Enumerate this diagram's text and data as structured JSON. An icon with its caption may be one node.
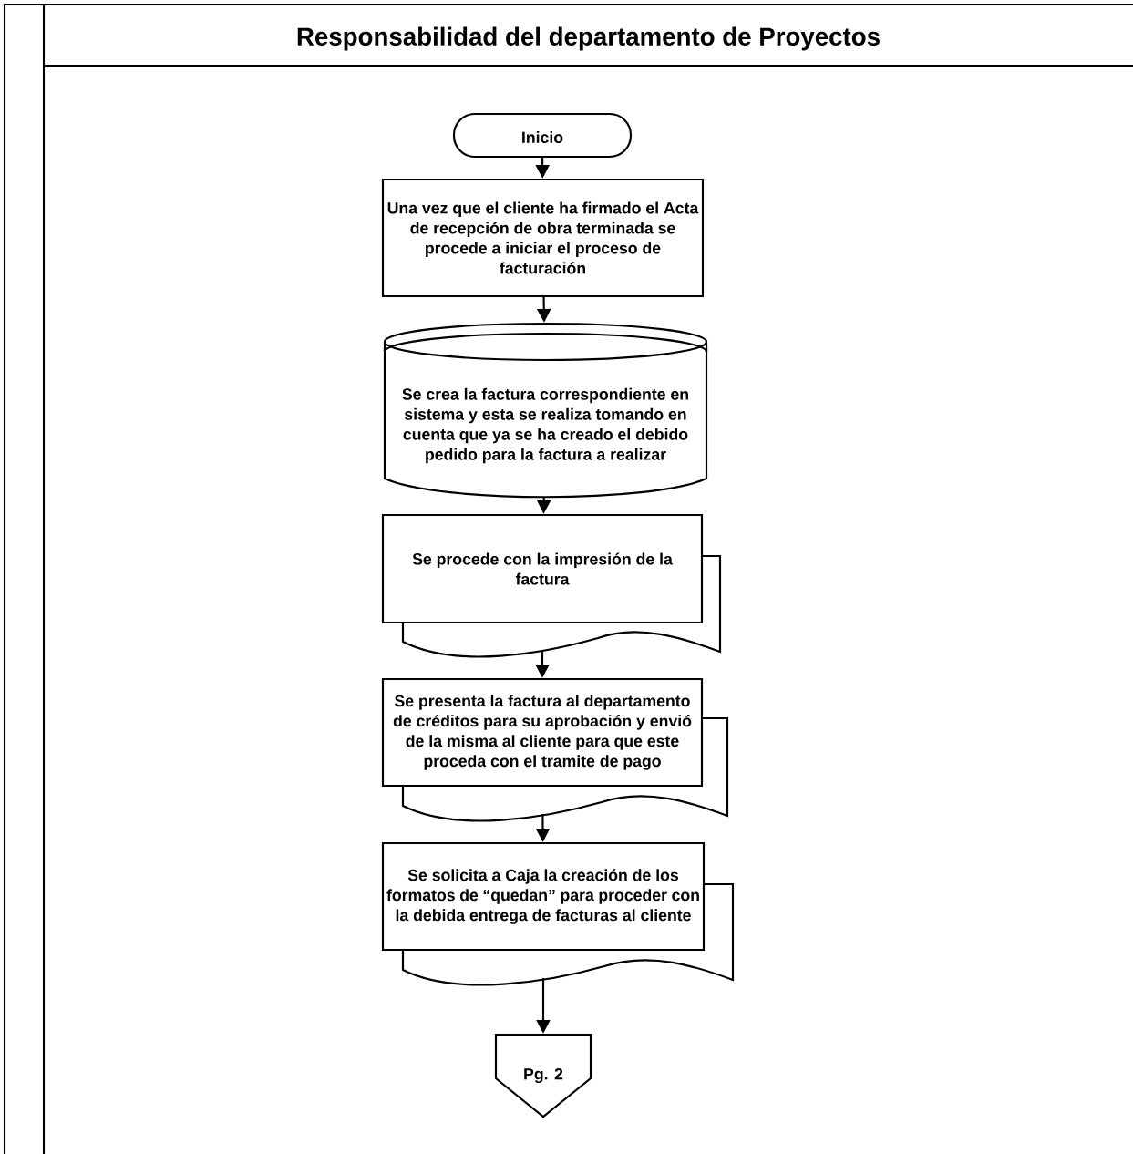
{
  "diagram": {
    "nodes": [
      {
        "text": [
          "Responsabilidad del departamento de Proyectos"
        ]
      },
      {
        "text": [
          "Inicio"
        ],
        "in": 0
      },
      {
        "text": [
          "Una vez que el cliente ha firmado el Acta de recepción de obra terminada se procede a iniciar el proceso de facturación"
        ],
        "in": 0
      },
      {
        "text": [
          "Se crea la factura correspondiente en sistema y esta se realiza tomando en cuenta que ya se ha creado el debido pedido para la factura a realizar"
        ],
        "in": 0
      },
      {
        "text": [
          "Se procede con la impresión de la factura"
        ],
        "in": 0
      },
      {
        "text": [
          "Se presenta la factura al departamento de créditos para su aprobación y envió de la misma al cliente para que este proceda con el tramite de pago"
        ],
        "in": 0
      },
      {
        "text": [
          "Se solicita a Caja la creación de los formatos de “quedan” para proceder con la debida entrega de facturas al cliente"
        ],
        "in": 0
      },
      {
        "text": [
          "Pg. 2"
        ],
        "in": 0
      }
    ],
    "edges": [
      {
        "from": 1,
        "to": 2,
        "arrow": "to"
      },
      {
        "from": 2,
        "to": 3,
        "arrow": "to"
      },
      {
        "from": 3,
        "to": 4,
        "arrow": "to"
      },
      {
        "from": 4,
        "to": 5,
        "arrow": "to"
      },
      {
        "from": 5,
        "to": 6,
        "arrow": "to"
      },
      {
        "from": 6,
        "to": 7,
        "arrow": "to"
      }
    ]
  }
}
